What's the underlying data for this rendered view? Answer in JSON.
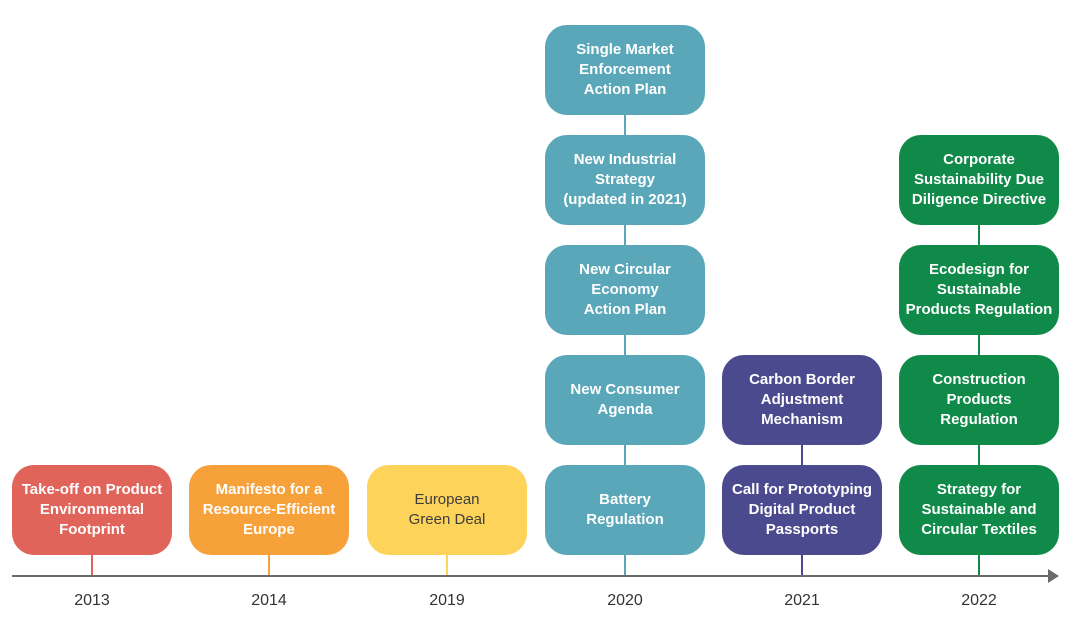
{
  "colors": {
    "red": "#e1645a",
    "orange": "#f7a13a",
    "yellow": "#fdd35a",
    "teal": "#5aa7b9",
    "indigo": "#4b4a8f",
    "green": "#0f8a49",
    "axis": "#6b6b6b"
  },
  "timeline": {
    "years": [
      "2013",
      "2014",
      "2019",
      "2020",
      "2021",
      "2022"
    ],
    "columns": [
      {
        "year": "2013",
        "color_key": "red",
        "items": [
          "Take-off on Product\nEnvironmental\nFootprint"
        ]
      },
      {
        "year": "2014",
        "color_key": "orange",
        "items": [
          "Manifesto for a\nResource-Efficient\nEurope"
        ]
      },
      {
        "year": "2019",
        "color_key": "yellow",
        "items": [
          "European\nGreen Deal"
        ]
      },
      {
        "year": "2020",
        "color_key": "teal",
        "items": [
          "Battery\nRegulation",
          "New Consumer\nAgenda",
          "New Circular\nEconomy\nAction Plan",
          "New Industrial\nStrategy\n(updated in 2021)",
          "Single Market\nEnforcement\nAction Plan"
        ]
      },
      {
        "year": "2021",
        "color_key": "indigo",
        "items": [
          "Call for Prototyping\nDigital Product\nPassports",
          "Carbon Border\nAdjustment\nMechanism"
        ]
      },
      {
        "year": "2022",
        "color_key": "green",
        "items": [
          "Strategy for\nSustainable and\nCircular Textiles",
          "Construction\nProducts\nRegulation",
          "Ecodesign for\nSustainable\nProducts Regulation",
          "Corporate\nSustainability Due\nDiligence Directive"
        ]
      }
    ]
  }
}
